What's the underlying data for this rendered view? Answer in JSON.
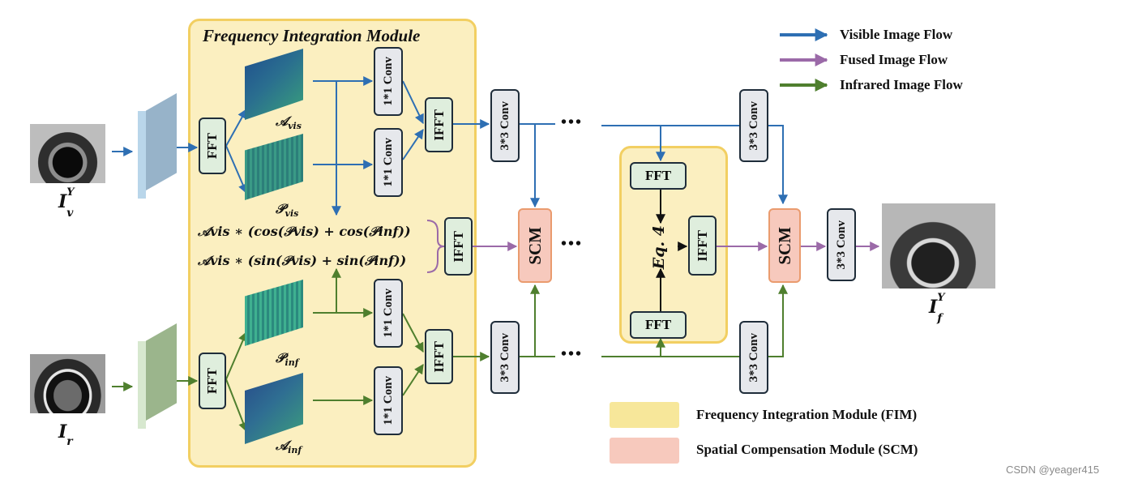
{
  "fim_title": "Frequency Integration Module",
  "blocks": {
    "fft": "FFT",
    "ifft": "IFFT",
    "conv1": "1*1 Conv",
    "conv3": "3*3 Conv",
    "scm": "SCM",
    "eq4": "Eq. 4",
    "dots": "•••"
  },
  "labels": {
    "input_visible": "I",
    "input_visible_sup": "Y",
    "input_visible_sub": "v",
    "input_infrared": "I",
    "input_infrared_sub": "r",
    "output_fused": "I",
    "output_fused_sup": "Y",
    "output_fused_sub": "f",
    "amp_vis": "𝒜",
    "amp_vis_sub": "vis",
    "phase_vis": "𝒫",
    "phase_vis_sub": "vis",
    "phase_inf": "𝒫",
    "phase_inf_sub": "inf",
    "amp_inf": "𝒜",
    "amp_inf_sub": "inf",
    "formula_line1": "𝒜vis ∗ (cos(𝒫vis) + cos(𝒫inf))",
    "formula_line2": "𝒜vis ∗ (sin(𝒫vis) + sin(𝒫inf))"
  },
  "legend": {
    "visible_flow": "Visible Image Flow",
    "fused_flow": "Fused Image Flow",
    "infrared_flow": "Infrared Image Flow",
    "fim": "Frequency Integration Module (FIM)",
    "scm": "Spatial Compensation Module (SCM)"
  },
  "colors": {
    "visible": "#2e6fb3",
    "fused": "#9b6aa8",
    "infrared": "#4f7f2e",
    "fim_fill": "#fbefc0",
    "fim_border": "#f2cf62",
    "scm_fill": "#f7c9bd",
    "scm_border": "#ea9b6e"
  },
  "watermark": "CSDN @yeager415"
}
